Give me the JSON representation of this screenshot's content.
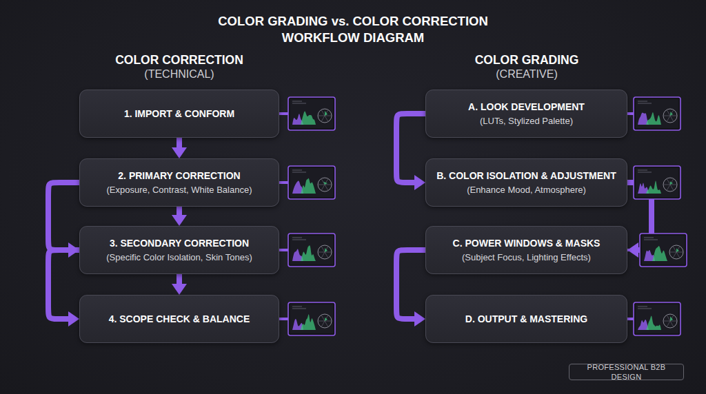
{
  "diagram": {
    "title": "COLOR GRADING vs. COLOR CORRECTION WORKFLOW DIAGRAM",
    "nodes": [
      {
        "text": [
          "1. IMPORT & CONFORM"
        ]
      },
      {
        "text": [
          "2. PRIMARY CORRECTION",
          "(Exposure, Contrast, White Balance)"
        ]
      },
      {
        "text": [
          "3. SECONDARY CORRECTION",
          "(Specific Color Isolation, Skin Tones)"
        ]
      },
      {
        "text": [
          "4. SCOPE CHECK & BALANCE"
        ]
      },
      {
        "text": [
          "A. LOOK DEVELOPMENT",
          "(LUTs, Stylized Palette)"
        ]
      },
      {
        "text": [
          "B. COLOR ISOLATION & ADJUSTMENT",
          "(Enhance Mood, Atmosphere)"
        ]
      },
      {
        "text": [
          "C. POWER WINDOWS & MASKS",
          "(Subject Focus, Lighting Effects)"
        ]
      },
      {
        "text": [
          "D. OUTPUT & MASTERING"
        ]
      },
      {
        "text": [
          "PROFESSIONAL B2B DESIGN"
        ]
      }
    ],
    "edges": [
      {
        "from": 0,
        "to": 1,
        "arrow": "to"
      },
      {
        "from": 1,
        "to": 2,
        "arrow": "to"
      },
      {
        "from": 2,
        "to": 3,
        "arrow": "to"
      },
      {
        "from": 1,
        "to": 2,
        "arrow": "to"
      },
      {
        "from": 2,
        "to": 3,
        "arrow": "to"
      },
      {
        "from": 4,
        "to": 5,
        "arrow": "to"
      },
      {
        "from": 5,
        "to": 6,
        "arrow": "to"
      },
      {
        "from": 6,
        "to": 7,
        "arrow": "to"
      }
    ],
    "labels": [
      "COLOR CORRECTION",
      "(TECHNICAL)",
      "COLOR GRADING",
      "(CREATIVE)"
    ]
  }
}
